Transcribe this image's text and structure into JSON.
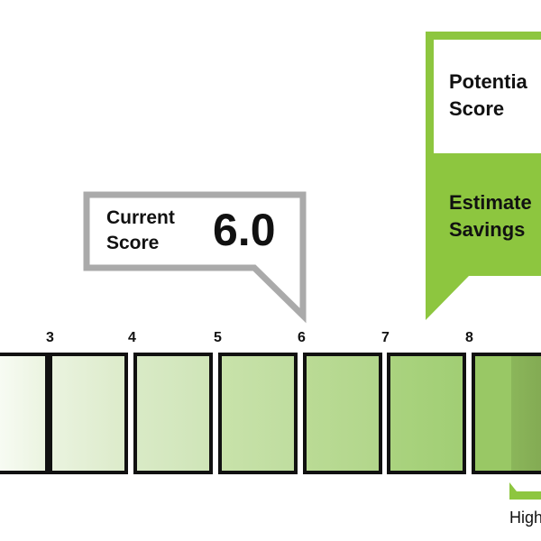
{
  "current_score": {
    "label_line1": "Current",
    "label_line2": "Score",
    "value": "6.0",
    "border_color": "#aaaaaa"
  },
  "potential_score": {
    "label_line1": "Potentia",
    "label_line2": "Score",
    "accent_color": "#8dc63f"
  },
  "estimated_savings": {
    "label_line1": "Estimate",
    "label_line2": "Savings"
  },
  "scale": {
    "ticks": [
      "3",
      "4",
      "5",
      "6",
      "7",
      "8"
    ],
    "colors": [
      "#f1f7ea",
      "#e2efd3",
      "#d3e8bd",
      "#c3e0a6",
      "#b4d890",
      "#a6d17a",
      "#96c862"
    ]
  },
  "legend": {
    "label": "High"
  }
}
